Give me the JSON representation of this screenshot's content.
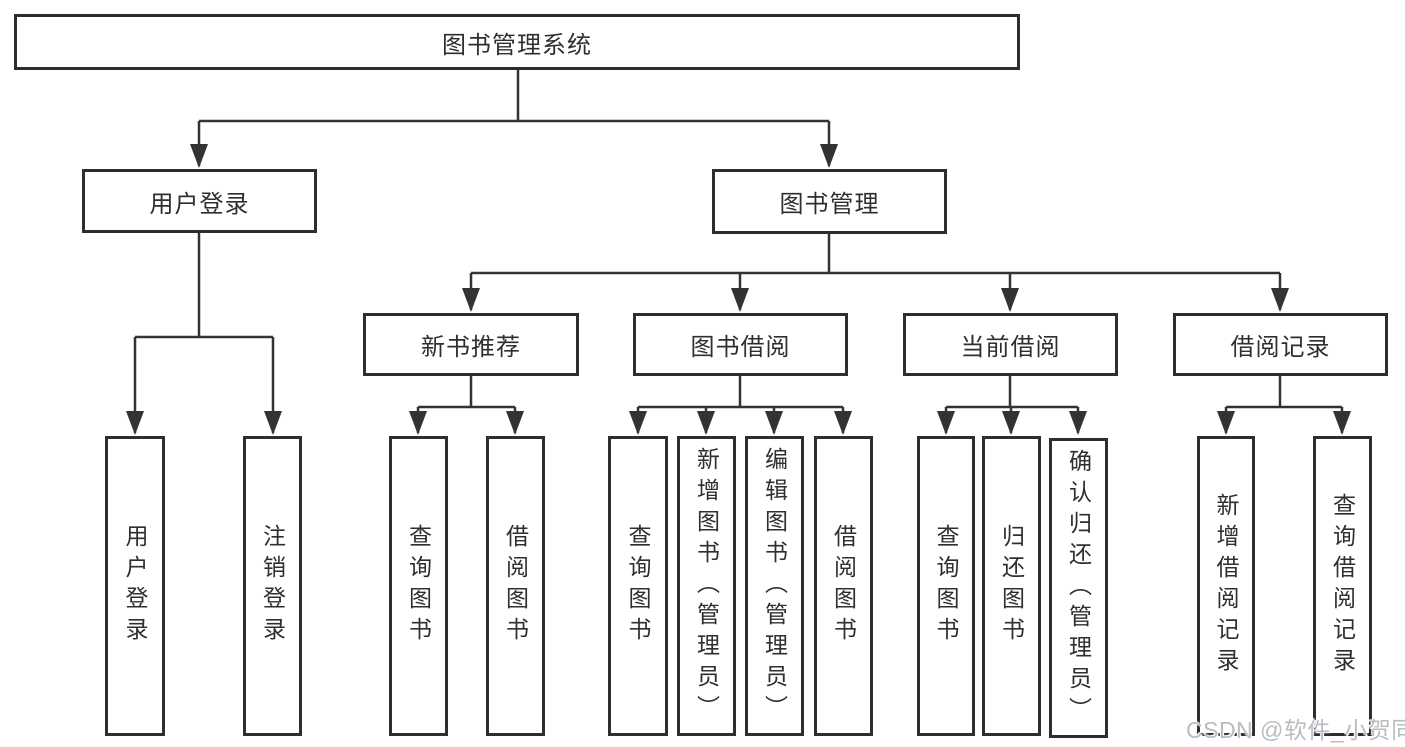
{
  "diagram": {
    "root": {
      "label": "图书管理系统"
    },
    "branches": [
      {
        "label": "用户登录",
        "children": [
          {
            "label": "用户登录"
          },
          {
            "label": "注销登录"
          }
        ]
      },
      {
        "label": "图书管理",
        "children": [
          {
            "label": "新书推荐",
            "children": [
              {
                "label": "查询图书"
              },
              {
                "label": "借阅图书"
              }
            ]
          },
          {
            "label": "图书借阅",
            "children": [
              {
                "label": "查询图书"
              },
              {
                "label": "新增图书（管理员）"
              },
              {
                "label": "编辑图书（管理员）"
              },
              {
                "label": "借阅图书"
              }
            ]
          },
          {
            "label": "当前借阅",
            "children": [
              {
                "label": "查询图书"
              },
              {
                "label": "归还图书"
              },
              {
                "label": "确认归还（管理员）"
              }
            ]
          },
          {
            "label": "借阅记录",
            "children": [
              {
                "label": "新增借阅记录"
              },
              {
                "label": "查询借阅记录"
              }
            ]
          }
        ]
      }
    ]
  },
  "watermark": {
    "text": "CSDN @软件_小贺同学"
  },
  "colors": {
    "line": "#333333",
    "box_border": "#2e2e2e",
    "text": "#2f2f2f",
    "background": "#ffffff",
    "watermark": "#b9bdc2"
  }
}
